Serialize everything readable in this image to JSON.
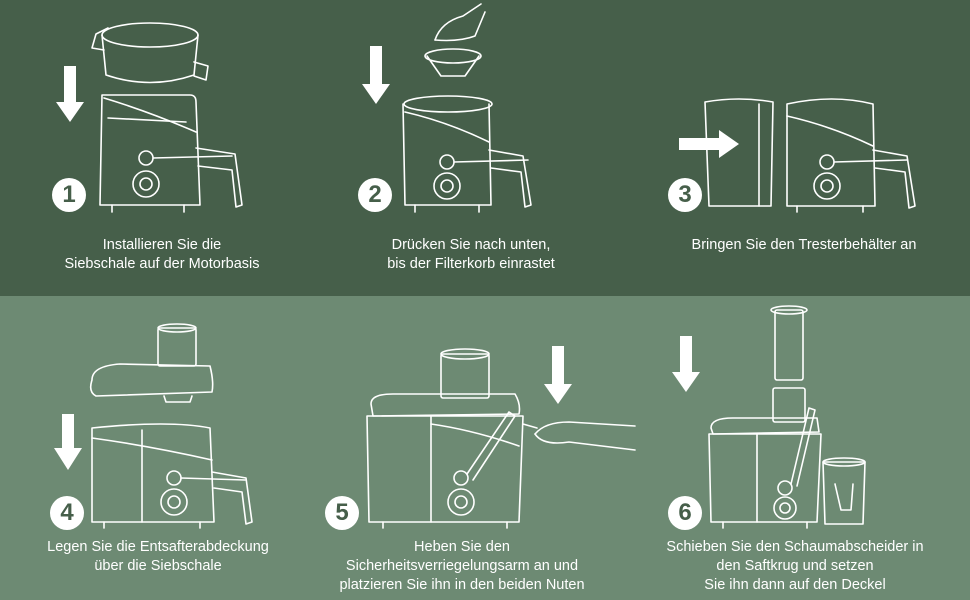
{
  "colors": {
    "top_band": "#465f4a",
    "bottom_band": "#6d8a73",
    "line": "#ffffff"
  },
  "steps": [
    {
      "number": "1",
      "lines": [
        "Installieren Sie die",
        "Siebschale auf der Motorbasis"
      ]
    },
    {
      "number": "2",
      "lines": [
        "Drücken Sie nach unten,",
        "bis der Filterkorb einrastet"
      ]
    },
    {
      "number": "3",
      "lines": [
        "Bringen Sie den Tresterbehälter an"
      ]
    },
    {
      "number": "4",
      "lines": [
        "Legen Sie die Entsafterabdeckung",
        "über die Siebschale"
      ]
    },
    {
      "number": "5",
      "lines": [
        "Heben Sie den",
        "Sicherheitsverriegelungsarm an und",
        "platzieren Sie ihn in den beiden Nuten"
      ]
    },
    {
      "number": "6",
      "lines": [
        "Schieben Sie den Schaumabscheider in",
        "den Saftkrug und setzen",
        "Sie ihn dann auf den Deckel"
      ]
    }
  ]
}
